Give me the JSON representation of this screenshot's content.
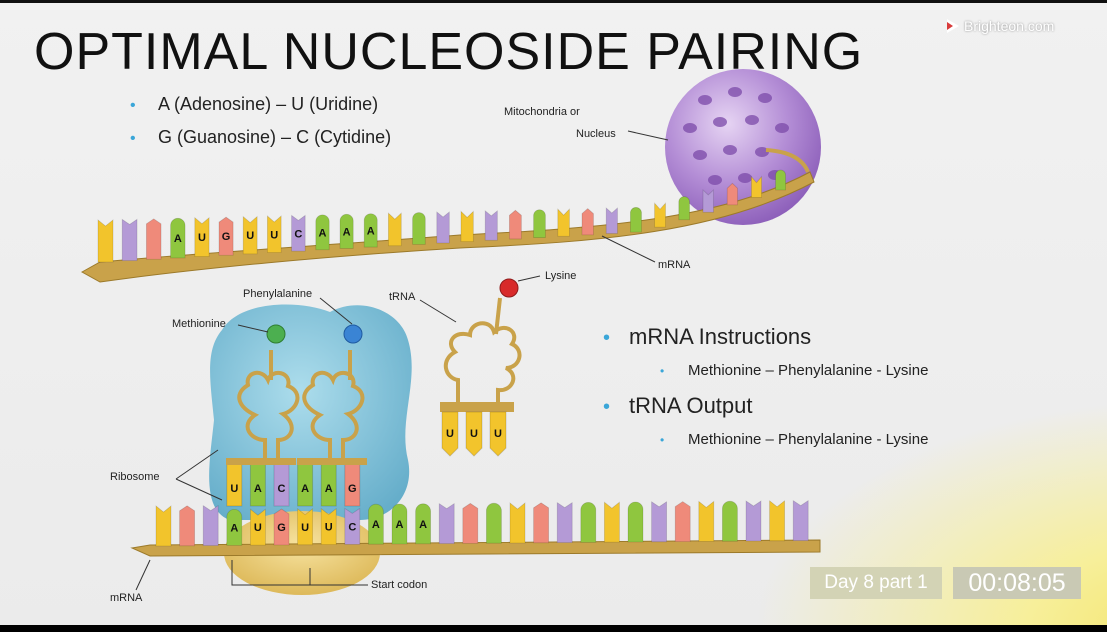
{
  "title": "OPTIMAL NUCLEOSIDE PAIRING",
  "watermark": "Brighteon.com",
  "pairs": [
    "A (Adenosine) – U (Uridine)",
    "G (Guanosine) – C (Cytidine)"
  ],
  "right_bullets": {
    "mrna_heading": "mRNA Instructions",
    "mrna_detail": "Methionine – Phenylalanine - Lysine",
    "trna_heading": "tRNA Output",
    "trna_detail": "Methionine – Phenylalanine - Lysine"
  },
  "labels": {
    "organelle_line1": "Mitochondria or",
    "organelle_line2": "Nucleus",
    "mrna_top": "mRNA",
    "lysine": "Lysine",
    "trna": "tRNA",
    "phenylalanine": "Phenylalanine",
    "methionine": "Methionine",
    "ribosome": "Ribosome",
    "start_codon": "Start codon",
    "mrna_bottom": "mRNA"
  },
  "top_strand_bases": [
    "A",
    "U",
    "G",
    "U",
    "U",
    "C",
    "A",
    "A",
    "A"
  ],
  "bottom_strand_bases": [
    "A",
    "U",
    "G",
    "U",
    "U",
    "C",
    "A",
    "A",
    "A"
  ],
  "anticodons": [
    "U",
    "A",
    "C",
    "A",
    "A",
    "G"
  ],
  "free_trna_anticodon": [
    "U",
    "U",
    "U"
  ],
  "colors": {
    "A": "#8fc63f",
    "U": "#f2c42c",
    "G": "#ef8a7a",
    "C": "#b49ad6",
    "backbone": "#c9a24a",
    "ribosome": "#7fc4dc",
    "organelle": "#a77fc8",
    "methionine": "#4caf50",
    "phenylalanine": "#3a84d4",
    "lysine": "#d82a2a"
  },
  "overlay": {
    "day": "Day 8 part 1",
    "timer": "00:08:05"
  }
}
